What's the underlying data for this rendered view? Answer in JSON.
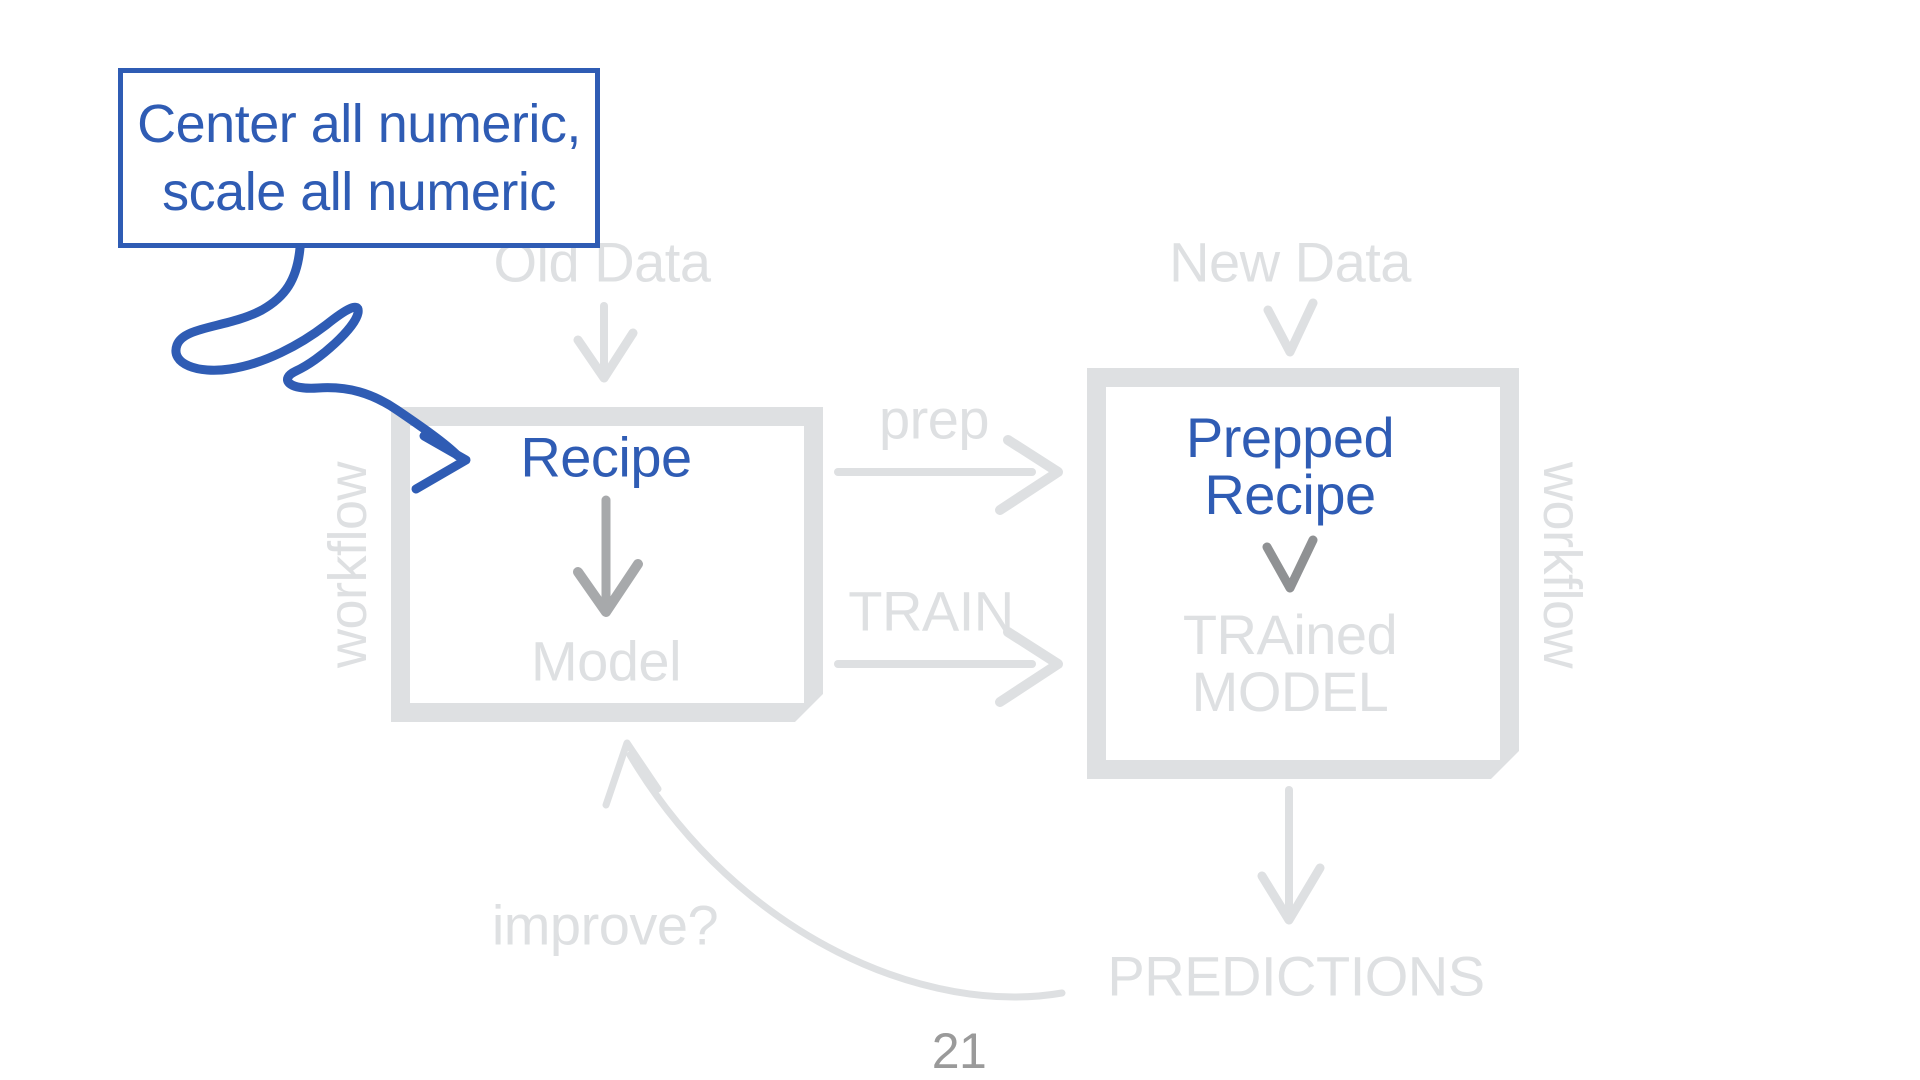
{
  "slide": {
    "page_number": "21"
  },
  "callout": {
    "line1": "Center all numeric,",
    "line2": "scale all numeric"
  },
  "nodes": {
    "old_data": "Old Data",
    "new_data": "New Data",
    "recipe": "Recipe",
    "model": "Model",
    "prepped_recipe": {
      "line1": "Prepped",
      "line2": "Recipe"
    },
    "trained_model": {
      "line1": "TRAined",
      "line2": "MODEL"
    },
    "predictions": "PREDICTIONS"
  },
  "edges": {
    "prep": "prep",
    "train": "TRAIN",
    "improve": "improve?"
  },
  "side_labels": {
    "workflow_left": "workflow",
    "workflow_right": "workflow"
  },
  "colors": {
    "accent_blue": "#2f5cb4",
    "light_gray": "#dee0e2",
    "mid_gray": "#a7a9ab",
    "dark_arrow_gray": "#8f9193",
    "page_gray": "#9a9a9a",
    "background": "#ffffff"
  }
}
